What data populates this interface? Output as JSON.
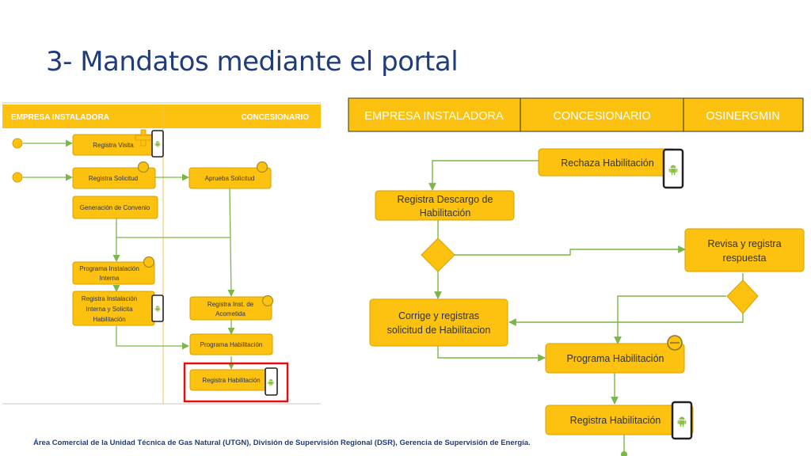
{
  "slide": {
    "title": "3- Mandatos mediante el portal",
    "footer": "Área Comercial de la Unidad Técnica de Gas Natural (UTGN), División de  Supervisión Regional (DSR), Gerencia de Supervisión de Energía."
  },
  "left_diagram": {
    "lanes": [
      "EMPRESA INSTALADORA",
      "CONCESIONARIO"
    ],
    "steps": {
      "registra_visita": "Registra Visita",
      "registra_solicitud": "Registra Solicitud",
      "aprueba_solicitud": "Aprueba Solicitud",
      "generacion_convenio": "Generación de Convenio",
      "programa_instalacion_1": "Programa Instalación",
      "programa_instalacion_2": "Interna",
      "registra_instalacion_1": "Registra Instalación",
      "registra_instalacion_2": "Interna y Solicita",
      "registra_instalacion_3": "Habilitación",
      "registra_inst_acometida_1": "Registra Inst. de",
      "registra_inst_acometida_2": "Acometida",
      "programa_habilitacion": "Programa Habilitación",
      "registra_habilitacion": "Registra Habilitación"
    }
  },
  "right_diagram": {
    "lanes": [
      "EMPRESA INSTALADORA",
      "CONCESIONARIO",
      "OSINERGMIN"
    ],
    "steps": {
      "rechaza_habilitacion": "Rechaza Habilitación",
      "registra_descargo_1": "Registra Descargo de",
      "registra_descargo_2": "Habilitación",
      "revisa_registra_1": "Revisa y registra",
      "revisa_registra_2": "respuesta",
      "corrige_1": "Corrige y registras",
      "corrige_2": "solicitud de Habilitacion",
      "programa_habilitacion": "Programa Habilitación",
      "registra_habilitacion": "Registra Habilitación"
    }
  },
  "colors": {
    "box_fill": "#fcc20f",
    "box_stroke": "#d6a000",
    "connector": "#7ab648",
    "title": "#1f3d7a",
    "highlight": "#e01010",
    "android": "#8ac43f"
  }
}
